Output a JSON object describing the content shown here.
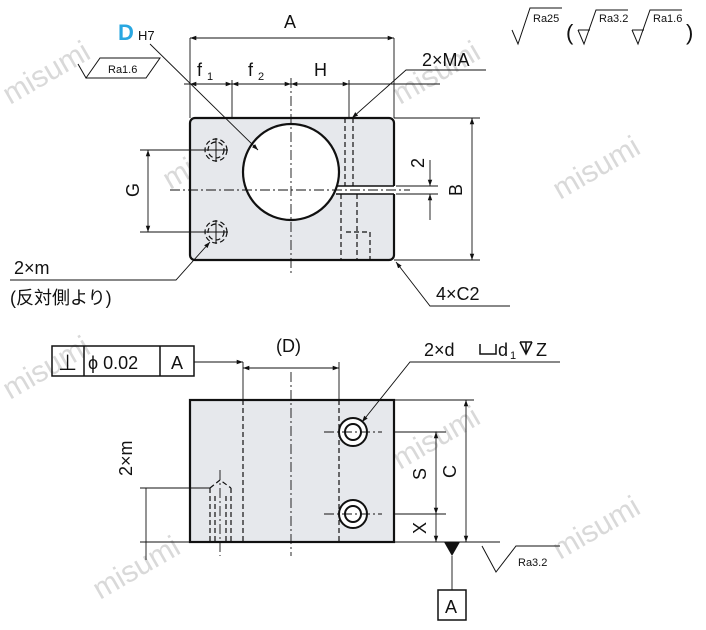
{
  "watermark": "misumi",
  "colors": {
    "accent_blue": "#29a7e1",
    "body_fill": "#e6e8ec",
    "line": "#111111"
  },
  "top_view": {
    "bore_label_main": "D",
    "bore_label_sub": "H7",
    "bore_finish": "Ra1.6",
    "dim_A": "A",
    "dim_f1": "f",
    "dim_f1_sub": "1",
    "dim_f2": "f",
    "dim_f2_sub": "2",
    "dim_H": "H",
    "thread_callout": "2×MA",
    "slit_gap": "2",
    "dim_G": "G",
    "dim_B": "B",
    "tap_callout_line1": "2×m",
    "tap_callout_line2": "(反対側より)",
    "chamfer_callout": "4×C2"
  },
  "surface_finish_legend": {
    "general": "Ra25",
    "secondary_1": "Ra3.2",
    "secondary_2": "Ra1.6"
  },
  "front_view": {
    "tol_symbol": "⊥",
    "tol_value": "ϕ 0.02",
    "tol_datum": "A",
    "dim_D_ref": "(D)",
    "cbore_callout": "2×d",
    "cbore_callout_d1": "d",
    "cbore_callout_d1_sub": "1",
    "cbore_callout_z": "Z",
    "dim_2xm": "2×m",
    "dim_S": "S",
    "dim_C": "C",
    "dim_X": "X",
    "base_finish": "Ra3.2",
    "datum_label": "A"
  }
}
